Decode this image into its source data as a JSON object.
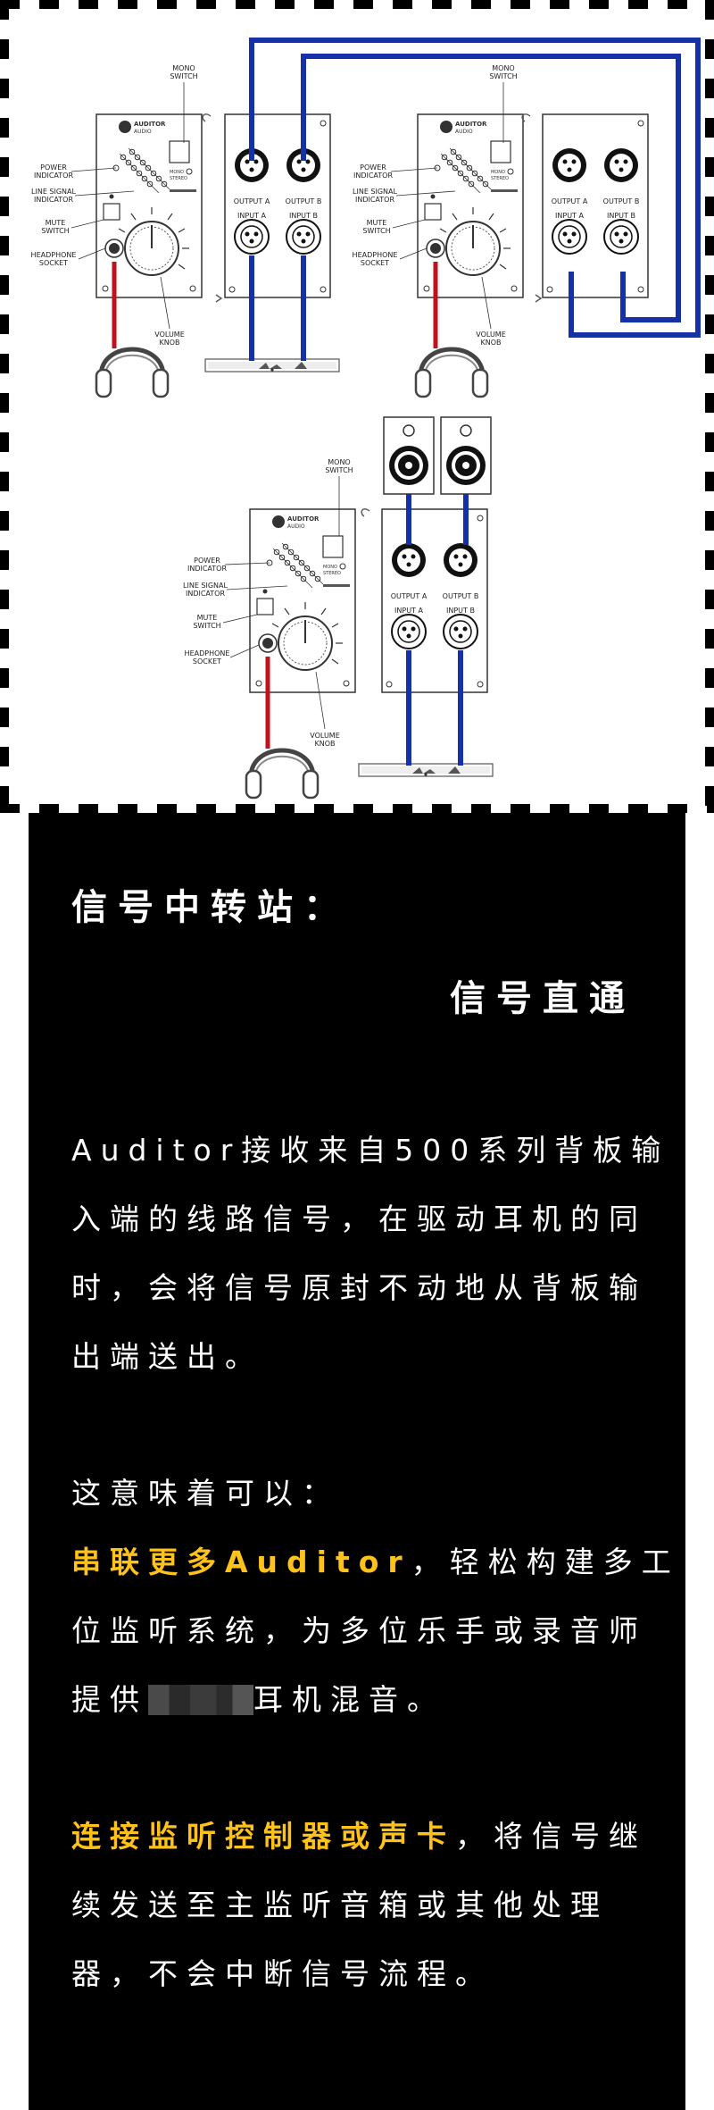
{
  "diagram": {
    "labels": {
      "mono_switch": [
        "MONO",
        "SWITCH"
      ],
      "power_indicator": [
        "POWER",
        "INDICATOR"
      ],
      "line_signal_indicator": [
        "LINE SIGNAL",
        "INDICATOR"
      ],
      "mute_switch": [
        "MUTE",
        "SWITCH"
      ],
      "headphone_socket": [
        "HEADPHONE",
        "SOCKET"
      ],
      "volume_knob": [
        "VOLUME",
        "KNOB"
      ],
      "output_a": "OUTPUT A",
      "output_b": "OUTPUT B",
      "input_a": "INPUT A",
      "input_b": "INPUT B",
      "brand": "AUDITOR"
    },
    "colors": {
      "cable_blue": "#1530a8",
      "cable_red": "#c0121c",
      "frame_dash": "#000000"
    }
  },
  "content": {
    "heading_1": "信号中转站：",
    "heading_2": "信号直通",
    "para1": [
      "Auditor接收来自500系列背板输",
      "入端的线路信号，在驱动耳机的同",
      "时，会将信号原封不动地从背板输",
      "出端送出。"
    ],
    "para2_intro": "这意味着可以：",
    "point1_highlight": "串联更多Auditor",
    "point1_rest": "，轻松构建多工",
    "point1_line2": "位监听系统，为多位乐手或录音师",
    "point1_line3_a": "提供",
    "point1_line3_b": "耳机混音。",
    "point2_highlight": "连接监听控制器或声卡",
    "point2_rest": "，将信号继",
    "point2_line2": "续发送至主监听音箱或其他处理",
    "point2_line3": "器，不会中断信号流程。"
  }
}
